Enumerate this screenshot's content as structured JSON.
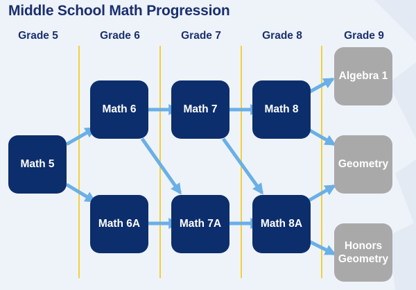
{
  "title": "Middle School Math Progression",
  "grades": [
    "Grade 5",
    "Grade 6",
    "Grade 7",
    "Grade 8",
    "Grade 9"
  ],
  "courses": {
    "math5": "Math 5",
    "math6": "Math 6",
    "math6a": "Math 6A",
    "math7": "Math 7",
    "math7a": "Math 7A",
    "math8": "Math 8",
    "math8a": "Math 8A",
    "algebra1": "Algebra 1",
    "geometry": "Geometry",
    "honors_geometry": "Honors Geometry"
  },
  "colors": {
    "navy": "#0d2e6c",
    "grey": "#a9a9a9",
    "arrow": "#6aafe6",
    "divider": "#f2d03a"
  }
}
